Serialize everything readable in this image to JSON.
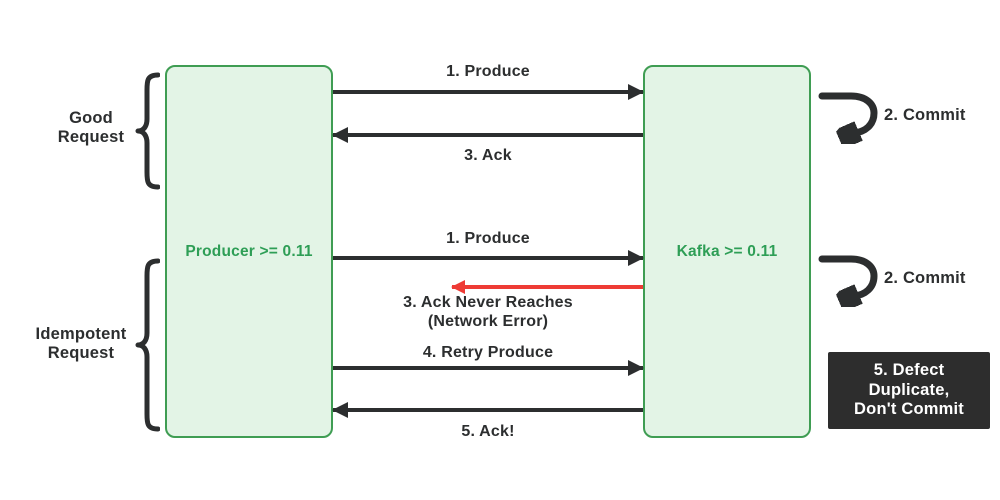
{
  "actors": {
    "producer": {
      "label": "Producer >= 0.11"
    },
    "kafka": {
      "label": "Kafka >= 0.11"
    }
  },
  "request_groups": [
    {
      "line1": "Good",
      "line2": "Request"
    },
    {
      "line1": "Idempotent",
      "line2": "Request"
    }
  ],
  "messages": [
    {
      "label": "1. Produce",
      "direction": "right",
      "color": "#2c2e2f"
    },
    {
      "label": "3. Ack",
      "direction": "left",
      "color": "#2c2e2f"
    },
    {
      "label": "1. Produce",
      "direction": "right",
      "color": "#2c2e2f"
    },
    {
      "label": "3. Ack Never Reaches",
      "sublabel": "(Network Error)",
      "direction": "left",
      "color": "#ee3b35",
      "partial": true
    },
    {
      "label": "4. Retry Produce",
      "direction": "right",
      "color": "#2c2e2f"
    },
    {
      "label": "5. Ack!",
      "direction": "left",
      "color": "#2c2e2f"
    }
  ],
  "commits": [
    {
      "label": "2. Commit"
    },
    {
      "label": "2. Commit"
    }
  ],
  "note": {
    "lines": [
      "5. Defect",
      "Duplicate,",
      "Don't Commit"
    ]
  },
  "colors": {
    "box_fill": "#e3f4e6",
    "box_border": "#3f9d53",
    "box_label_green": "#2e9e56",
    "ink": "#2c2e2f",
    "error_red": "#ee3b35",
    "note_bg": "#2d2d2d",
    "note_text": "#ffffff",
    "background": "#ffffff"
  }
}
